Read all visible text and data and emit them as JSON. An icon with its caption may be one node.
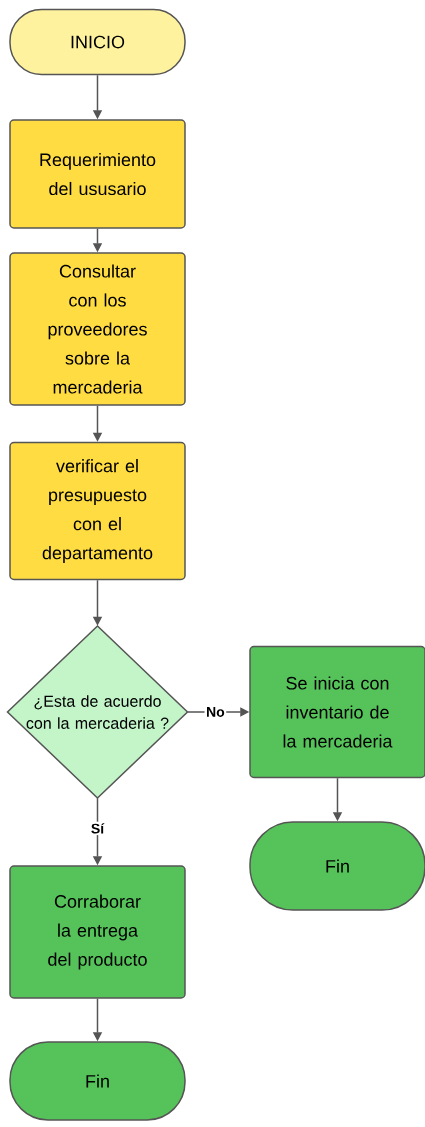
{
  "diagram": {
    "nodes": [
      {
        "text": [
          "INICIO"
        ]
      },
      {
        "text": [
          "Requerimiento del ususario"
        ]
      },
      {
        "text": [
          "Consultar con los proveedores sobre la mercaderia"
        ]
      },
      {
        "text": [
          "verificar el presupuesto con el departamento"
        ]
      },
      {
        "text": [
          "¿Esta de acuerdo con la mercaderia ?"
        ]
      },
      {
        "text": [
          "Se inicia con inventario de la mercaderia"
        ]
      },
      {
        "text": [
          "Fin"
        ]
      },
      {
        "text": [
          "Corraborar la entrega del producto"
        ]
      },
      {
        "text": [
          "Fin"
        ]
      }
    ],
    "edges": [
      {
        "from": 0,
        "to": 1,
        "arrow": "to"
      },
      {
        "from": 1,
        "to": 2,
        "arrow": "to"
      },
      {
        "from": 2,
        "to": 3,
        "arrow": "to"
      },
      {
        "from": 3,
        "to": 4,
        "arrow": "to"
      },
      {
        "from": 4,
        "to": 5,
        "arrow": "to",
        "label": "No"
      },
      {
        "from": 4,
        "to": 7,
        "arrow": "to",
        "label": "Sí"
      },
      {
        "from": 5,
        "to": 6,
        "arrow": "to"
      },
      {
        "from": 7,
        "to": 8,
        "arrow": "to"
      }
    ]
  }
}
